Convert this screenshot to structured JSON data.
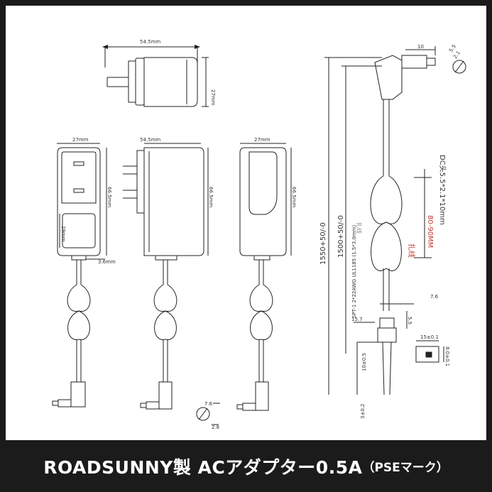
{
  "dims": {
    "top_width": "54.5mm",
    "top_depth": "27mm",
    "side_width": "54.5mm",
    "front_width": "27mm",
    "back_width": "27mm",
    "height_1": "66.5mm",
    "height_2": "66.5mm",
    "height_3": "66.5mm",
    "plate": "29mm",
    "gap": "3.6mm",
    "plug_len": "10",
    "plug_dia": "5.5",
    "plug_tip": "2.1",
    "total_len": "1550+50/-0",
    "cable_len": "1500+50/-0",
    "dc_spec": "DC头5.5*2.1*10mm",
    "tie_label": "扎线",
    "coil_len": "80-90MM",
    "tie_label2": "扎线",
    "wire_spec": "SPT-1 2*22AWG UL1185 (1.5*3.0mm)",
    "d76": "7.6",
    "d15": "15.7",
    "d55": "5.5",
    "d15b": "15±0.1",
    "d8": "8.0±0.1",
    "d10": "10±0.5",
    "d3": "3±0.2",
    "small_a": "7.6",
    "small_b": "2.8"
  },
  "banner": {
    "title": "ROADSUNNY製 ACアダプター0.5A",
    "subtitle": "（PSEマーク）"
  }
}
